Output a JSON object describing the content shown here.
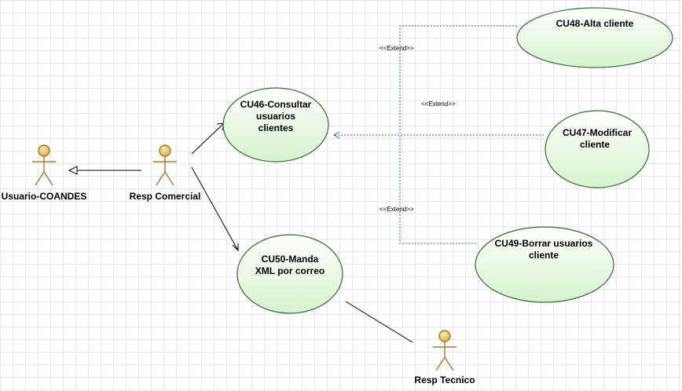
{
  "colors": {
    "usecase_fill": "#ddf5d4",
    "usecase_stroke": "#2f6f2f",
    "actor_head": "#e8c45a",
    "actor_stroke": "#a07d2c",
    "extend_line": "#2a6a9a"
  },
  "actors": {
    "usuario": {
      "label": "Usuario-COANDES"
    },
    "comercial": {
      "label": "Resp Comercial"
    },
    "tecnico": {
      "label": "Resp Tecnico"
    }
  },
  "use_cases": {
    "cu46": {
      "lines": [
        "CU46-Consultar",
        "usuarios",
        "clientes"
      ]
    },
    "cu48": {
      "lines": [
        "CU48-Alta cliente"
      ]
    },
    "cu47": {
      "lines": [
        "CU47-Modificar",
        "cliente"
      ]
    },
    "cu49": {
      "lines": [
        "CU49-Borrar usuarios",
        "cliente"
      ]
    },
    "cu50": {
      "lines": [
        "CU50-Manda",
        "XML por correo"
      ]
    }
  },
  "relations": {
    "extend_label": "<<Extend>>"
  }
}
